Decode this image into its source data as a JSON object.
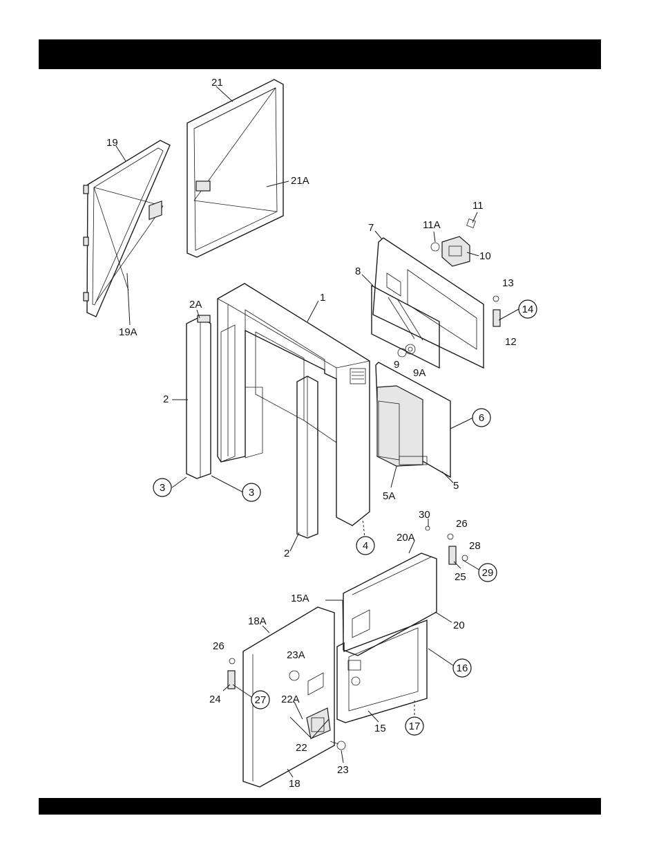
{
  "header_bar": {
    "text": ""
  },
  "footer_bar": {
    "text": ""
  },
  "labels": [
    {
      "id": "21",
      "text": "21",
      "circled": false
    },
    {
      "id": "19",
      "text": "19",
      "circled": false
    },
    {
      "id": "21A",
      "text": "21A",
      "circled": false
    },
    {
      "id": "19A",
      "text": "19A",
      "circled": false
    },
    {
      "id": "11",
      "text": "11",
      "circled": false
    },
    {
      "id": "11A",
      "text": "11A",
      "circled": false
    },
    {
      "id": "10",
      "text": "10",
      "circled": false
    },
    {
      "id": "7",
      "text": "7",
      "circled": false
    },
    {
      "id": "8",
      "text": "8",
      "circled": false
    },
    {
      "id": "13",
      "text": "13",
      "circled": false
    },
    {
      "id": "14",
      "text": "14",
      "circled": true
    },
    {
      "id": "12",
      "text": "12",
      "circled": false
    },
    {
      "id": "1",
      "text": "1",
      "circled": false
    },
    {
      "id": "2A",
      "text": "2A",
      "circled": false
    },
    {
      "id": "9",
      "text": "9",
      "circled": false
    },
    {
      "id": "9A",
      "text": "9A",
      "circled": false
    },
    {
      "id": "2",
      "text": "2",
      "circled": false
    },
    {
      "id": "6",
      "text": "6",
      "circled": true
    },
    {
      "id": "3a",
      "text": "3",
      "circled": true
    },
    {
      "id": "3b",
      "text": "3",
      "circled": true
    },
    {
      "id": "5A",
      "text": "5A",
      "circled": false
    },
    {
      "id": "5",
      "text": "5",
      "circled": false
    },
    {
      "id": "2b",
      "text": "2",
      "circled": false
    },
    {
      "id": "4",
      "text": "4",
      "circled": true
    },
    {
      "id": "30",
      "text": "30",
      "circled": false
    },
    {
      "id": "26a",
      "text": "26",
      "circled": false
    },
    {
      "id": "20A",
      "text": "20A",
      "circled": false
    },
    {
      "id": "28",
      "text": "28",
      "circled": false
    },
    {
      "id": "29",
      "text": "29",
      "circled": true
    },
    {
      "id": "25",
      "text": "25",
      "circled": false
    },
    {
      "id": "15A",
      "text": "15A",
      "circled": false
    },
    {
      "id": "20",
      "text": "20",
      "circled": false
    },
    {
      "id": "18A",
      "text": "18A",
      "circled": false
    },
    {
      "id": "16",
      "text": "16",
      "circled": true
    },
    {
      "id": "26b",
      "text": "26",
      "circled": false
    },
    {
      "id": "23A",
      "text": "23A",
      "circled": false
    },
    {
      "id": "24",
      "text": "24",
      "circled": false
    },
    {
      "id": "27",
      "text": "27",
      "circled": true
    },
    {
      "id": "22A",
      "text": "22A",
      "circled": false
    },
    {
      "id": "15",
      "text": "15",
      "circled": false
    },
    {
      "id": "17",
      "text": "17",
      "circled": true
    },
    {
      "id": "22",
      "text": "22",
      "circled": false
    },
    {
      "id": "23",
      "text": "23",
      "circled": false
    },
    {
      "id": "18",
      "text": "18",
      "circled": false
    }
  ]
}
